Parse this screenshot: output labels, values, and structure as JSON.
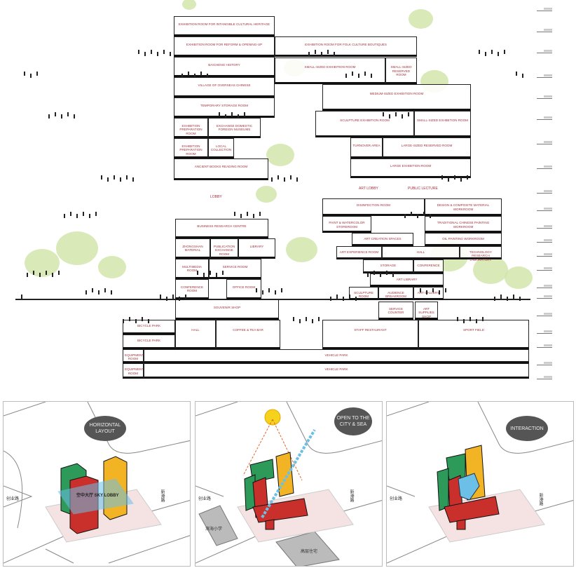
{
  "section": {
    "rooms": [
      {
        "en": "Exhibition room for intangible cultural heritage"
      },
      {
        "en": "Exhibition room for reform & opening-up"
      },
      {
        "en": "Exhibition room for folk culture boutiques"
      },
      {
        "en": "Baicheng history"
      },
      {
        "en": "Small-sized exhibition room"
      },
      {
        "en": "Small-sized reserved room"
      },
      {
        "en": "Village of overseas Chinese"
      },
      {
        "en": "Medium-sized exhibition room"
      },
      {
        "en": "Temporary storage room"
      },
      {
        "en": "Exhibition preparation room"
      },
      {
        "en": "Exchange domestic foreign museums"
      },
      {
        "en": "Sculpture exhibition room"
      },
      {
        "en": "Small-sized exhibition room"
      },
      {
        "en": "Exhibition preparation room"
      },
      {
        "en": "Local collection"
      },
      {
        "en": "Turnover area"
      },
      {
        "en": "Large-sized reserved room"
      },
      {
        "en": "Ancient books reading room"
      },
      {
        "en": "Large exhibition room"
      },
      {
        "en": "Disinfection room"
      },
      {
        "en": "Design & composite material workroom"
      },
      {
        "en": "Paint & watercolor storeroom"
      },
      {
        "en": "Traditional Chinese painting workroom"
      },
      {
        "en": "Art creation spaces"
      },
      {
        "en": "Oil painting workroom"
      },
      {
        "en": "Art experience room"
      },
      {
        "en": "Hall"
      },
      {
        "en": "Technology research laboratory"
      },
      {
        "en": "Storage"
      },
      {
        "en": "Conference"
      },
      {
        "en": "Art library"
      },
      {
        "en": "Sculpture room"
      },
      {
        "en": "Audience breakroom"
      },
      {
        "en": "Art gallery"
      },
      {
        "en": "Service counter"
      },
      {
        "en": "Art supplies shop"
      },
      {
        "en": "Business research centre"
      },
      {
        "en": "Zhongshan material"
      },
      {
        "en": "Publication exchange room"
      },
      {
        "en": "Library"
      },
      {
        "en": "Multimedia room"
      },
      {
        "en": "Service room"
      },
      {
        "en": "Conference room"
      },
      {
        "en": "Office room"
      },
      {
        "en": "Souvenir shop"
      },
      {
        "en": "Bicycle park"
      },
      {
        "en": "Bicycle park"
      },
      {
        "en": "Hall"
      },
      {
        "en": "Coffee & tea bar"
      },
      {
        "en": "Staff restaurant"
      },
      {
        "en": "Sport field"
      },
      {
        "en": "Equipment room"
      },
      {
        "en": "Equipment room"
      },
      {
        "en": "Vehicle park"
      },
      {
        "en": "Vehicle park"
      }
    ],
    "open_labels": {
      "lobby": "Lobby",
      "art_lobby": "Art lobby",
      "public_lecture": "Public lecture"
    }
  },
  "diagrams": [
    {
      "bubble": "Horizontal layout",
      "sky_lobby": "空中大厅 SKY LOBBY",
      "road_left": "创业路",
      "road_right": "新港路"
    },
    {
      "bubble": "Open to the city & sea",
      "road_left": "创业路",
      "road_right": "新港路",
      "school": "滨海小学",
      "housing": "高层住宅"
    },
    {
      "bubble": "Interaction",
      "road_left": "创业路",
      "road_right": "新港路"
    }
  ],
  "colors": {
    "green": "#2e9a5a",
    "red": "#c9302c",
    "yellow": "#f2b424",
    "blue": "#6cc0e8",
    "label": "#a3333d"
  }
}
